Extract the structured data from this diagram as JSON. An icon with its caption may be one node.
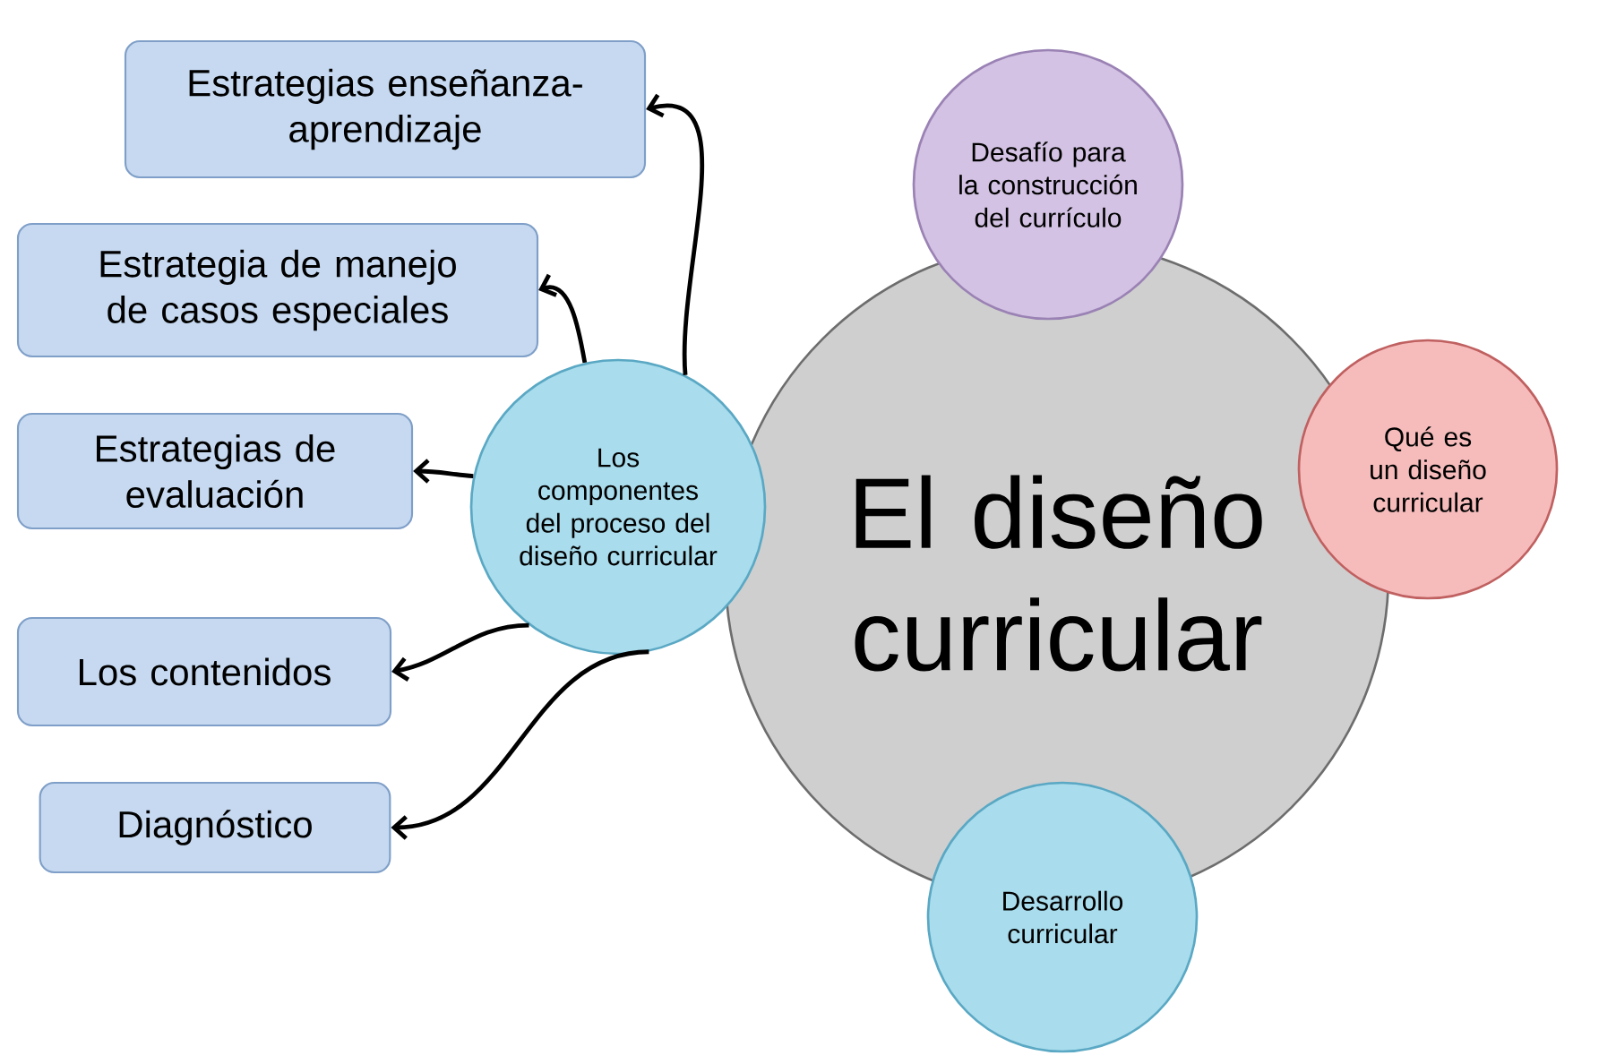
{
  "diagram": {
    "nodes": [
      {
        "text": [
          "El diseño curricular"
        ]
      },
      {
        "text": [
          "Desafío para la construcción del currículo"
        ]
      },
      {
        "text": [
          "Qué es un diseño curricular"
        ]
      },
      {
        "text": [
          "Desarrollo curricular"
        ]
      },
      {
        "text": [
          "Los componentes del proceso del diseño curricular"
        ]
      },
      {
        "text": [
          "Estrategias enseñanza-aprendizaje"
        ]
      },
      {
        "text": [
          "Estrategia de manejo de casos especiales"
        ]
      },
      {
        "text": [
          "Estrategias de evaluación"
        ]
      },
      {
        "text": [
          "Los contenidos"
        ]
      },
      {
        "text": [
          "Diagnóstico"
        ]
      }
    ],
    "edges": [
      {
        "from": 4,
        "to": 5,
        "arrow": "to"
      },
      {
        "from": 4,
        "to": 6,
        "arrow": "to"
      },
      {
        "from": 4,
        "to": 7,
        "arrow": "to"
      },
      {
        "from": 4,
        "to": 8,
        "arrow": "to"
      },
      {
        "from": 4,
        "to": 9,
        "arrow": "to"
      }
    ]
  }
}
